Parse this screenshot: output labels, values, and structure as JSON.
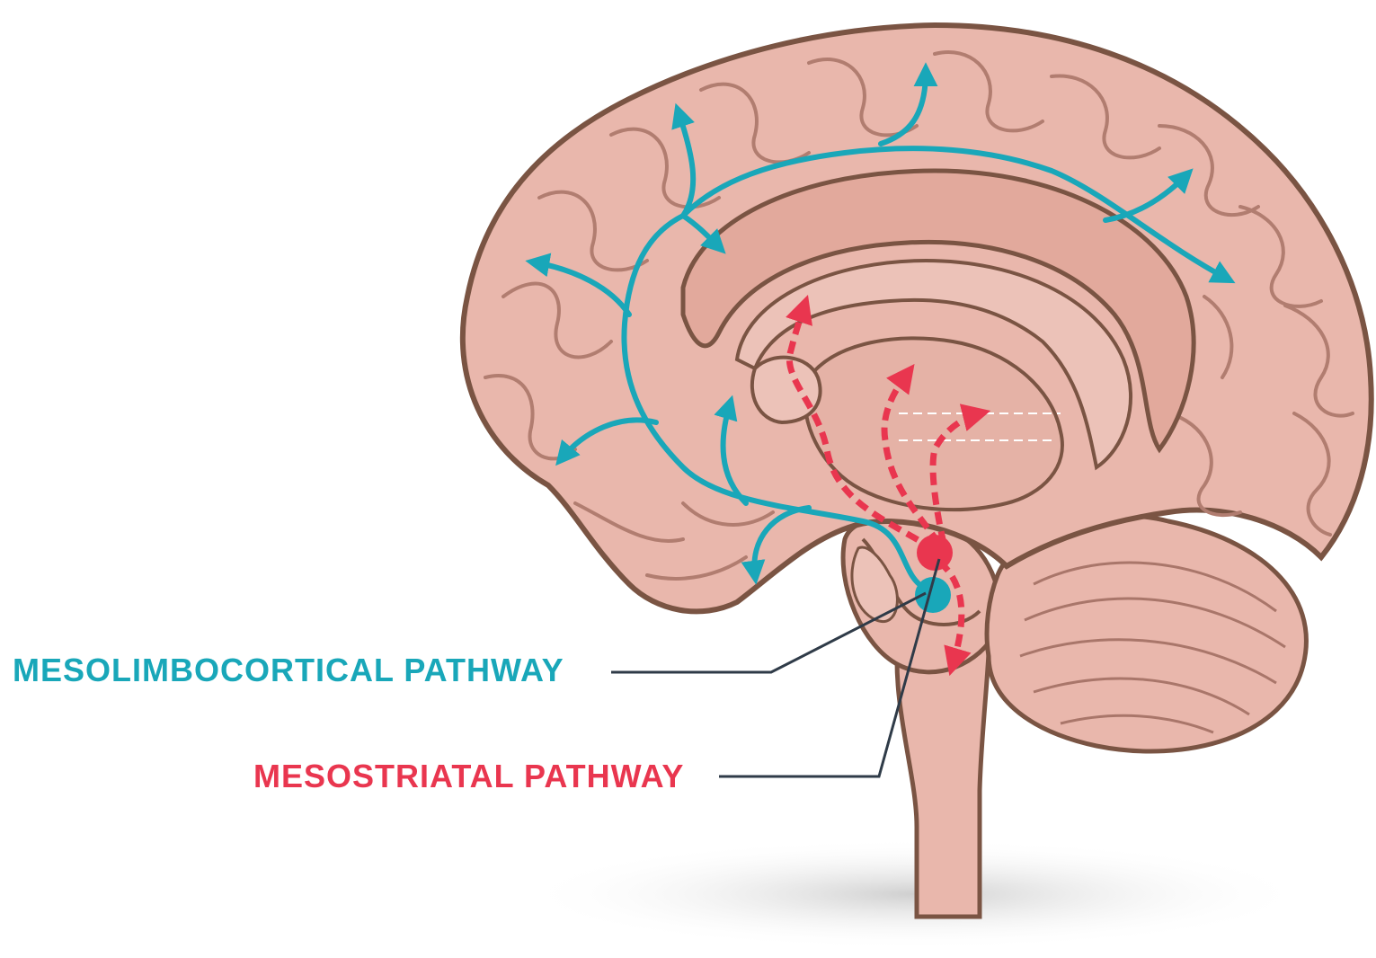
{
  "labels": {
    "mesolimbocortical": "MESOLIMBOCORTICAL PATHWAY",
    "mesostriatal": "MESOSTRIATAL PATHWAY"
  },
  "colors": {
    "mesolimbocortical": "#19a7b9",
    "mesostriatal": "#e9364f",
    "brain_fill": "#e9b7ac",
    "brain_fold": "#d99f93",
    "brain_outline": "#7a5443",
    "leader_line": "#2f3b48",
    "shadow": "#d9d9d9"
  },
  "illustration": {
    "subject": "brain-sagittal-section",
    "parts": [
      "cerebrum",
      "corpus-callosum",
      "thalamus",
      "cerebellum",
      "brainstem",
      "spinal-cord"
    ]
  }
}
